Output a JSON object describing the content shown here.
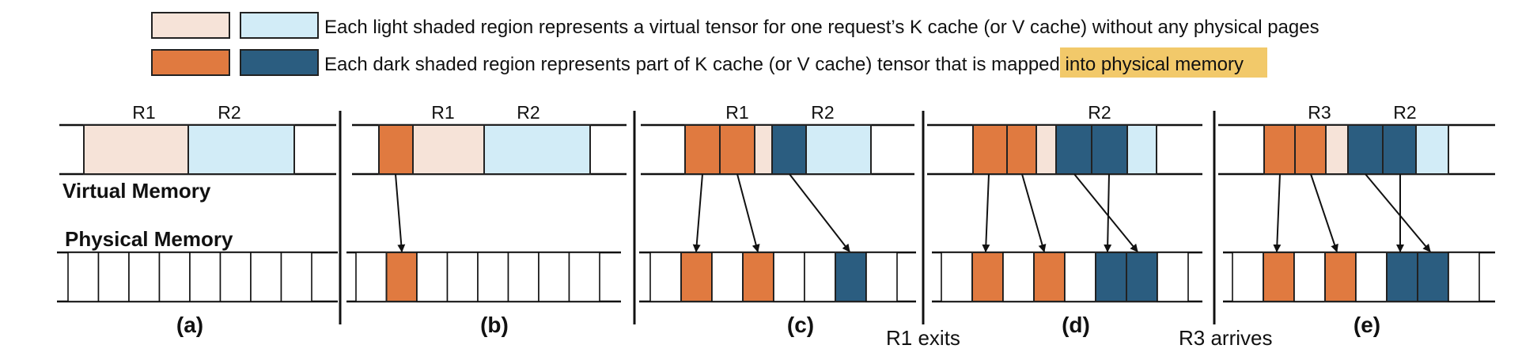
{
  "colors": {
    "light_orange": "#f6e3d8",
    "light_blue": "#d2ecf7",
    "dark_orange": "#e07a40",
    "dark_blue": "#2b5d80",
    "highlight": "#f2c96a",
    "outline": "#222222"
  },
  "legend": {
    "light_text": "Each light shaded region represents a virtual tensor for one request’s K cache (or V cache) without any physical pages",
    "dark_text_before": "Each dark shaded region represents part of K cache (or V cache) tensor that is ma",
    "dark_text_highlight": "pped into physical me",
    "dark_text_after": "mory"
  },
  "memory_labels": {
    "virtual": "Virtual Memory",
    "physical": "Physical Memory"
  },
  "panels": [
    {
      "label": "(a)",
      "requests": [
        "R1",
        "R2"
      ]
    },
    {
      "label": "(b)",
      "requests": [
        "R1",
        "R2"
      ]
    },
    {
      "label": "(c)",
      "requests": [
        "R1",
        "R2"
      ]
    },
    {
      "label": "(d)",
      "requests": [
        "R2"
      ]
    },
    {
      "label": "(e)",
      "requests": [
        "R3",
        "R2"
      ]
    }
  ],
  "events": {
    "between_c_d": "R1 exits",
    "between_d_e": "R3 arrives"
  }
}
